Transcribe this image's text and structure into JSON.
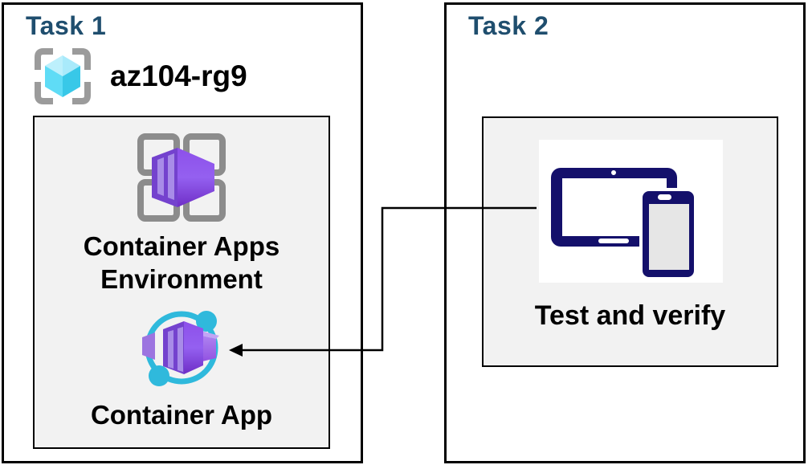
{
  "colors": {
    "task_title_blue": "#1F4E6E",
    "box_border": "#000000",
    "panel_fill": "#F2F2F2",
    "label_text": "#000000",
    "bracket_gray": "#9B9B9B",
    "resource_cube_cyan": "#50D8F0",
    "env_frame_gray": "#8C8C8C",
    "container_purple": "#7B45D6",
    "app_ring_cyan": "#2FB9DC",
    "device_navy": "#14106B",
    "device_screen_gray": "#E6E6E6"
  },
  "task1": {
    "title": "Task 1",
    "resource_group": {
      "name": "az104-rg9",
      "icon": "resource-group-icon"
    },
    "panel": {
      "environment_label_line1": "Container Apps",
      "environment_label_line2": "Environment",
      "environment_icon": "container-apps-environment-icon",
      "container_app_label": "Container App",
      "container_app_icon": "container-app-icon"
    }
  },
  "task2": {
    "title": "Task 2",
    "panel": {
      "label": "Test and verify",
      "icon": "devices-icon"
    }
  },
  "connector": {
    "from": "Test and verify icon",
    "to": "Container App icon",
    "style": "elbow-arrow-left"
  }
}
